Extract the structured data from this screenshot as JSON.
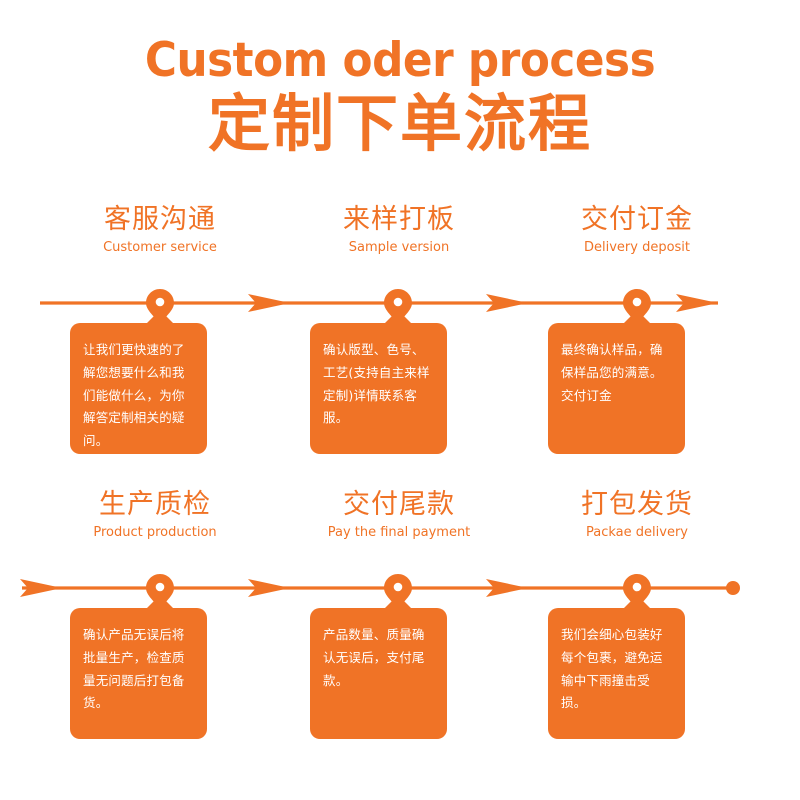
{
  "theme": {
    "accent": "#F07326",
    "background": "#FFFFFF",
    "card_text_color": "#FFFFFF"
  },
  "title": {
    "english": "Custom oder process",
    "chinese": "定制下单流程"
  },
  "rows": [
    {
      "line_start_marker": "line-end-plain",
      "line_end_marker": "arrow-head",
      "steps": [
        {
          "heading_cn": "客服沟通",
          "heading_en": "Customer service",
          "pin_icon": "map-pin-icon",
          "body": "让我们更快速的了解您想要什么和我们能做什么，为你解答定制相关的疑问。"
        },
        {
          "heading_cn": "来样打板",
          "heading_en": "Sample version",
          "pin_icon": "map-pin-icon",
          "body": "确认版型、色号、工艺(支持自主来样定制)详情联系客服。"
        },
        {
          "heading_cn": "交付订金",
          "heading_en": "Delivery deposit",
          "pin_icon": "map-pin-icon",
          "body": "最终确认样品，确保样品您的满意。交付订金"
        }
      ]
    },
    {
      "line_start_marker": "arrow-head",
      "line_end_marker": "dot",
      "steps": [
        {
          "heading_cn": "生产质检",
          "heading_en": "Product production",
          "pin_icon": "map-pin-icon",
          "body": "确认产品无误后将批量生产，检查质量无问题后打包备货。"
        },
        {
          "heading_cn": "交付尾款",
          "heading_en": "Pay the final payment",
          "pin_icon": "map-pin-icon",
          "body": "产品数量、质量确认无误后，支付尾款。"
        },
        {
          "heading_cn": "打包发货",
          "heading_en": "Packae delivery",
          "pin_icon": "map-pin-icon",
          "body": "我们会细心包装好每个包裹，避免运输中下雨撞击受损。"
        }
      ]
    }
  ]
}
